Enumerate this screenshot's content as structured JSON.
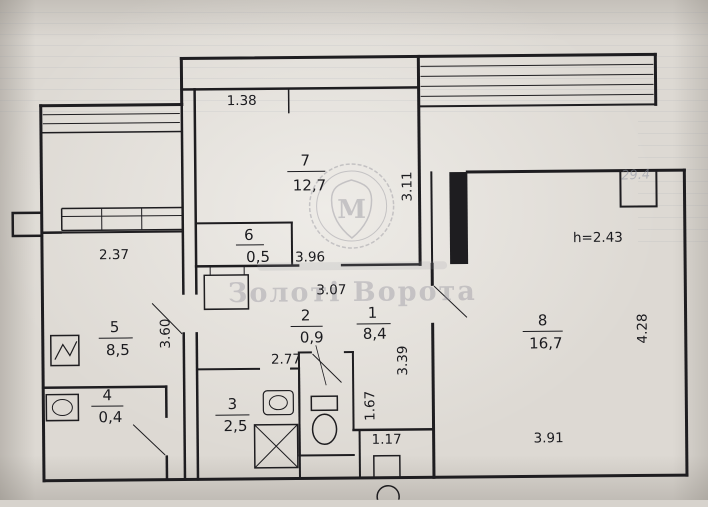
{
  "watermark": {
    "title": "Золоті Ворота",
    "monogram": "М"
  },
  "paper": {
    "handwritten_note": "29.4"
  },
  "plan": {
    "ceiling_height": "h=2.43",
    "rooms": [
      {
        "number": "1",
        "area": "8,4"
      },
      {
        "number": "2",
        "area": "0,9"
      },
      {
        "number": "3",
        "area": "2,5"
      },
      {
        "number": "4",
        "area": "0,4"
      },
      {
        "number": "5",
        "area": "8,5"
      },
      {
        "number": "6",
        "area": "0,5"
      },
      {
        "number": "7",
        "area": "12,7"
      },
      {
        "number": "8",
        "area": "16,7"
      }
    ],
    "dims": {
      "niche_width": "1.38",
      "room7_length": "3.11",
      "room7_width": "3.96",
      "hall_width": "3.07",
      "room5_width": "2.37",
      "room5_length": "3.60",
      "room3_width": "2.77",
      "hall_length": "3.39",
      "nook_length": "1.67",
      "nook_width": "1.17",
      "room8_width": "3.91",
      "room8_length": "4.28"
    }
  }
}
